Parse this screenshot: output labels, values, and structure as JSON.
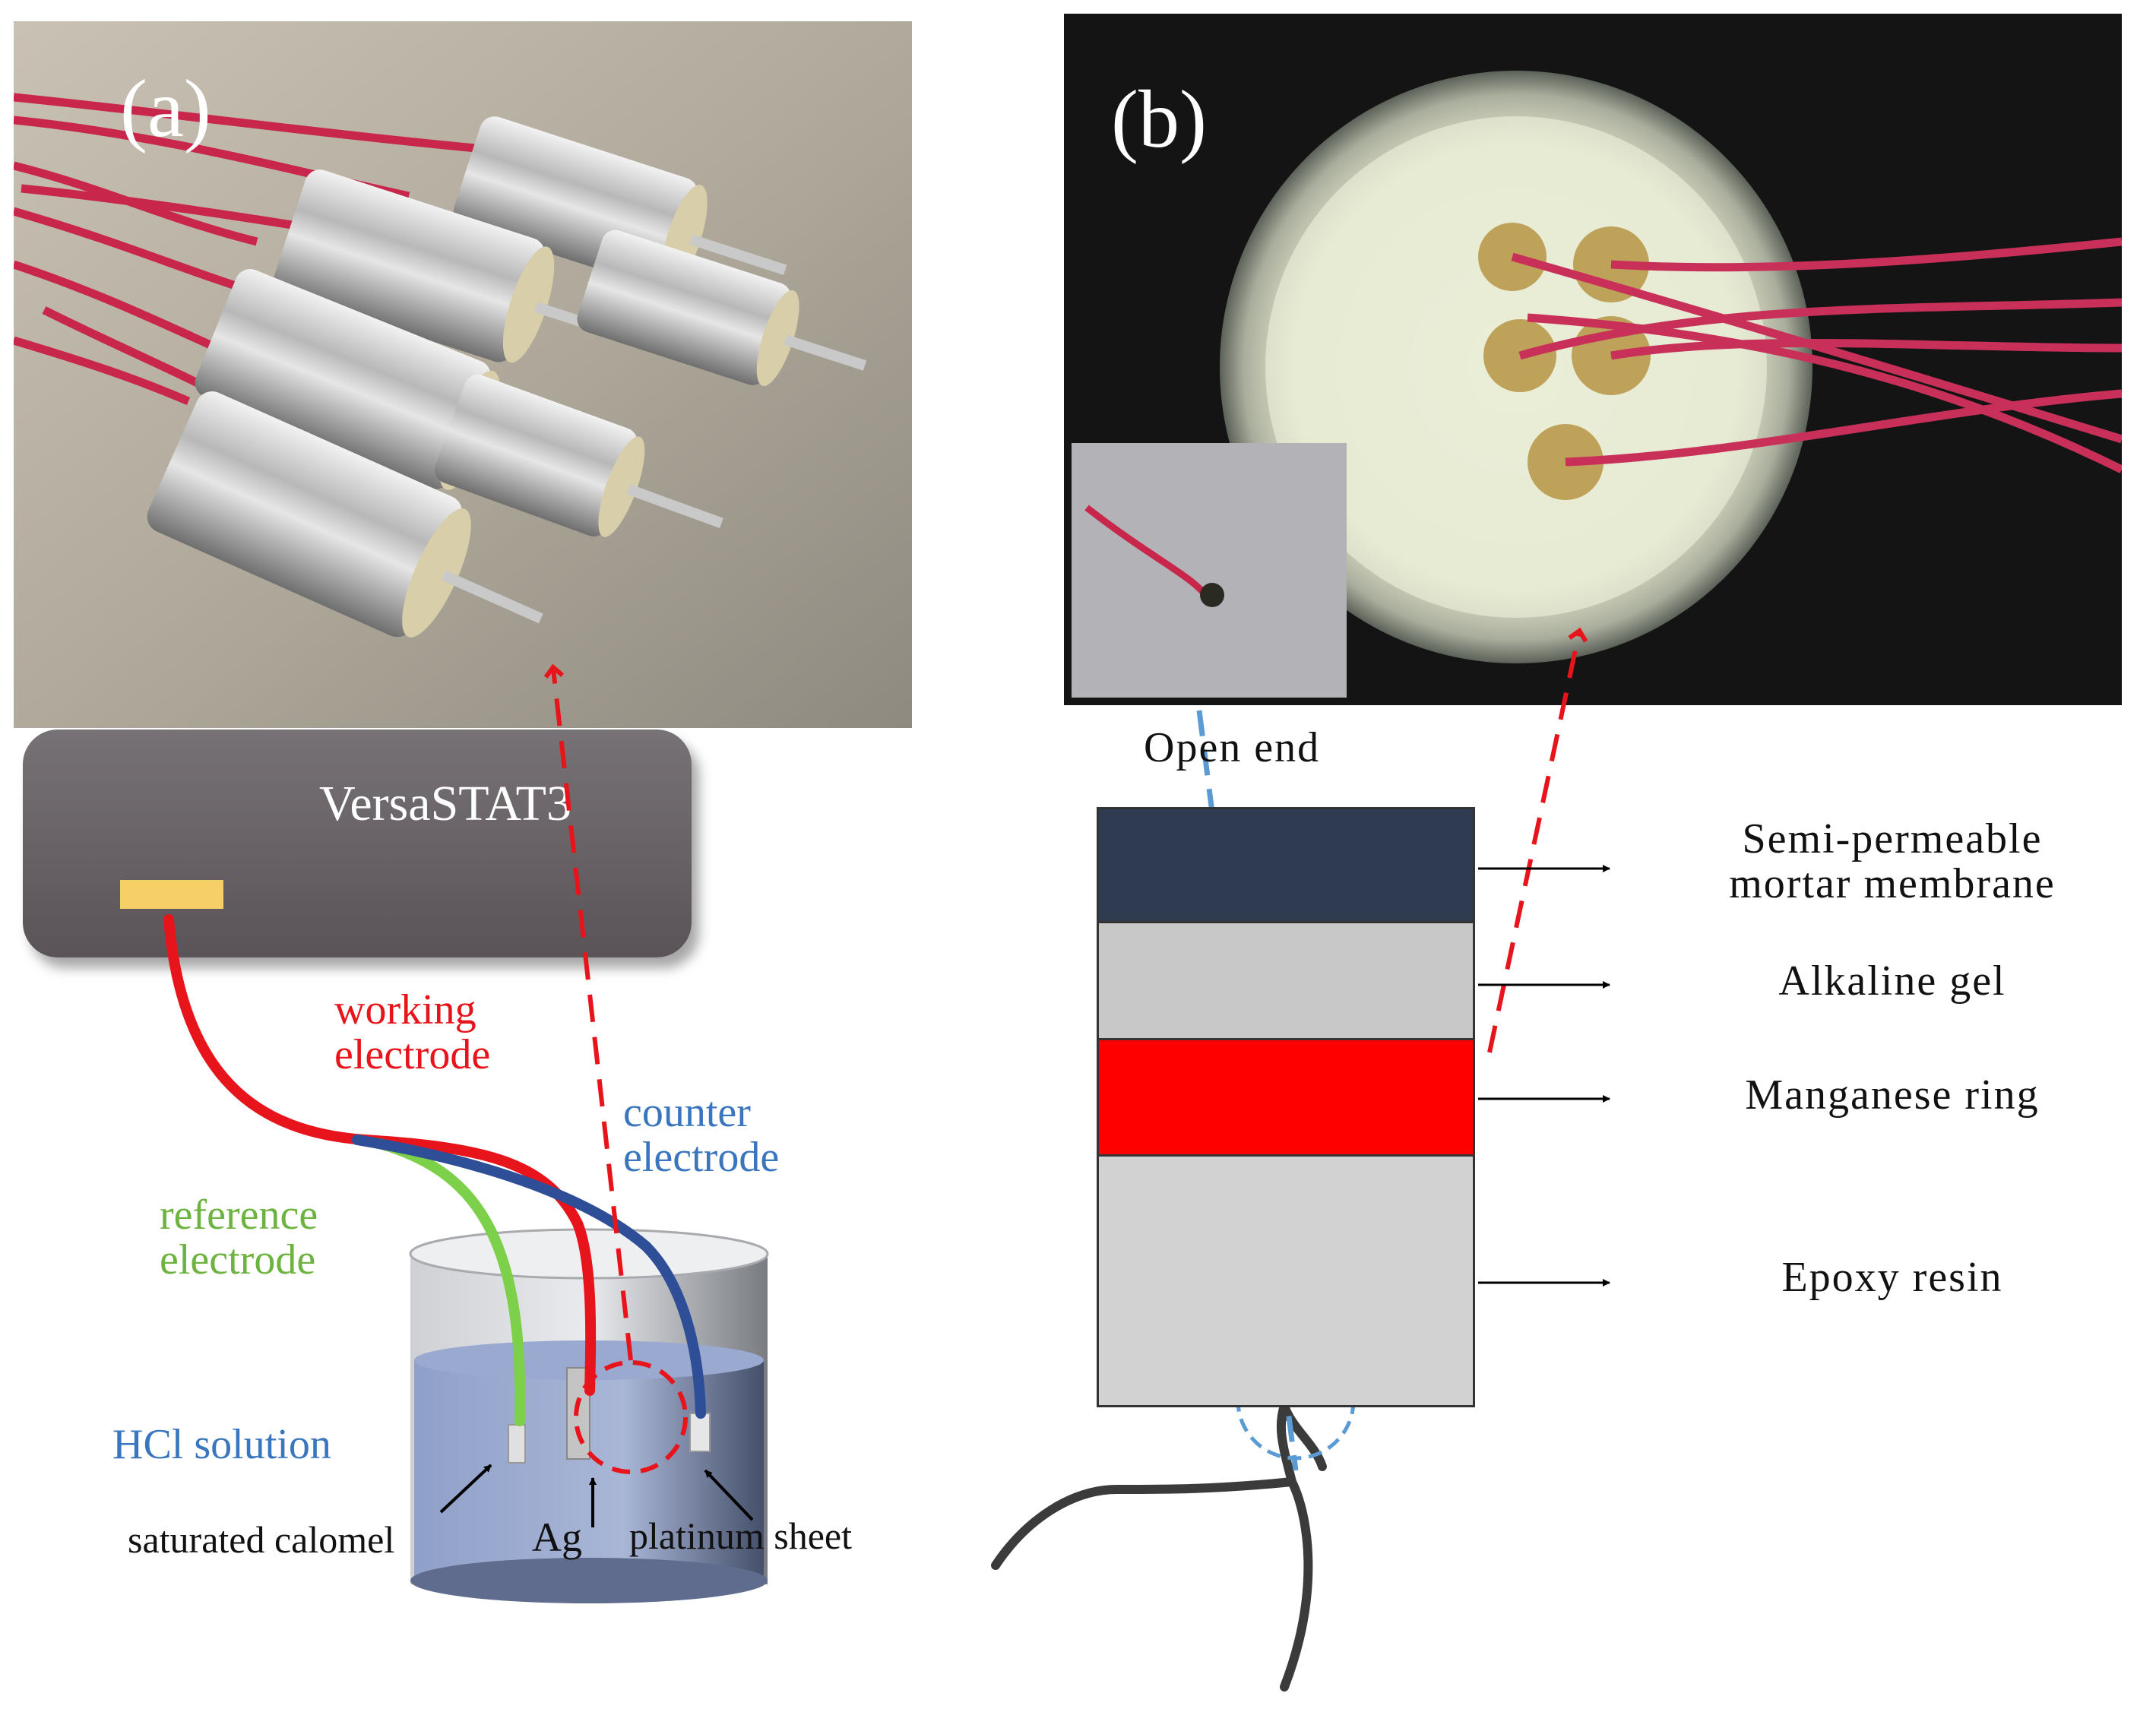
{
  "panels": {
    "a": {
      "tag": "(a)"
    },
    "b": {
      "tag": "(b)"
    }
  },
  "setup": {
    "device_name": "VersaSTAT3",
    "labels": {
      "working": [
        "working",
        "electrode"
      ],
      "counter": [
        "counter",
        "electrode"
      ],
      "reference": [
        "reference",
        "electrode"
      ],
      "solution": "HCl solution",
      "saturated_calomel": "saturated calomel",
      "ag": "Ag",
      "platinum_sheet": "platinum sheet"
    },
    "colors": {
      "working": "#e8141b",
      "counter": "#2e4f98",
      "reference": "#7dd04a",
      "working_text": "#e8141b",
      "counter_text": "#3a76bd",
      "reference_text": "#6db33f",
      "solution_text": "#3a76bd"
    }
  },
  "sensor": {
    "open_end": "Open end",
    "layers": [
      {
        "label": [
          "Semi-permeable",
          "mortar membrane"
        ],
        "color": "#2f3b50"
      },
      {
        "label": [
          "Alkaline gel"
        ],
        "color": "#c8c8c8"
      },
      {
        "label": [
          "Manganese ring"
        ],
        "color": "#ff0000"
      },
      {
        "label": [
          "Epoxy resin"
        ],
        "color": "#d3d2d3"
      }
    ]
  },
  "icons": [
    "red-electrode-cables",
    "aluminium-foil-wraps",
    "arrow-icon"
  ]
}
